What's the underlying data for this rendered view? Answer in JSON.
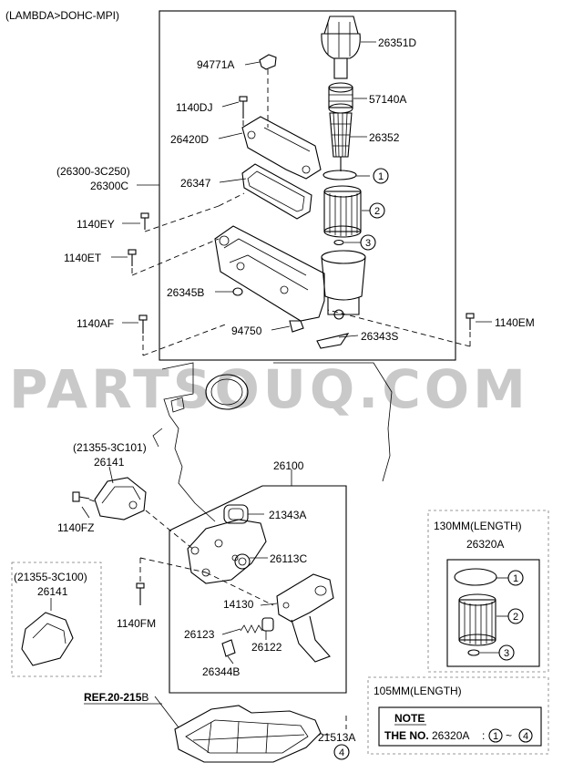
{
  "header": {
    "title": "(LAMBDA>DOHC-MPI)"
  },
  "watermark": "PARTSOUQ.COM",
  "upper": {
    "labels": {
      "p26351D": "26351D",
      "p94771A": "94771A",
      "p57140A": "57140A",
      "p1140DJ": "1140DJ",
      "p26352": "26352",
      "p26420D": "26420D",
      "p26300_3C250": "(26300-3C250)",
      "p26300C": "26300C",
      "p26347": "26347",
      "p1140EY": "1140EY",
      "p1140ET": "1140ET",
      "p26345B": "26345B",
      "p1140AF": "1140AF",
      "p94750": "94750",
      "p26343S": "26343S",
      "p1140EM": "1140EM"
    },
    "circles": {
      "c1": "1",
      "c2": "2",
      "c3": "3"
    }
  },
  "lower": {
    "labels": {
      "p21355_3C101": "(21355-3C101)",
      "p26141a": "26141",
      "p26100": "26100",
      "p21343A": "21343A",
      "p26113C": "26113C",
      "p1140FZ": "1140FZ",
      "p21355_3C100": "(21355-3C100)",
      "p26141b": "26141",
      "p1140FM": "1140FM",
      "p14130": "14130",
      "p26123": "26123",
      "p26122": "26122",
      "p26344B": "26344B",
      "ref_bold": "REF.20-215",
      "ref_suffix": "B",
      "p21513A": "21513A"
    },
    "circles": {
      "c4": "4"
    }
  },
  "inset130": {
    "length": "130MM(LENGTH)",
    "part": "26320A",
    "circles": {
      "c1": "1",
      "c2": "2",
      "c3": "3"
    }
  },
  "inset105": {
    "length": "105MM(LENGTH)",
    "note_title": "NOTE",
    "note_prefix": "THE NO.",
    "note_part": "26320A",
    "note_colon": ":",
    "note_from": "1",
    "note_tilde": "~",
    "note_to": "4"
  }
}
